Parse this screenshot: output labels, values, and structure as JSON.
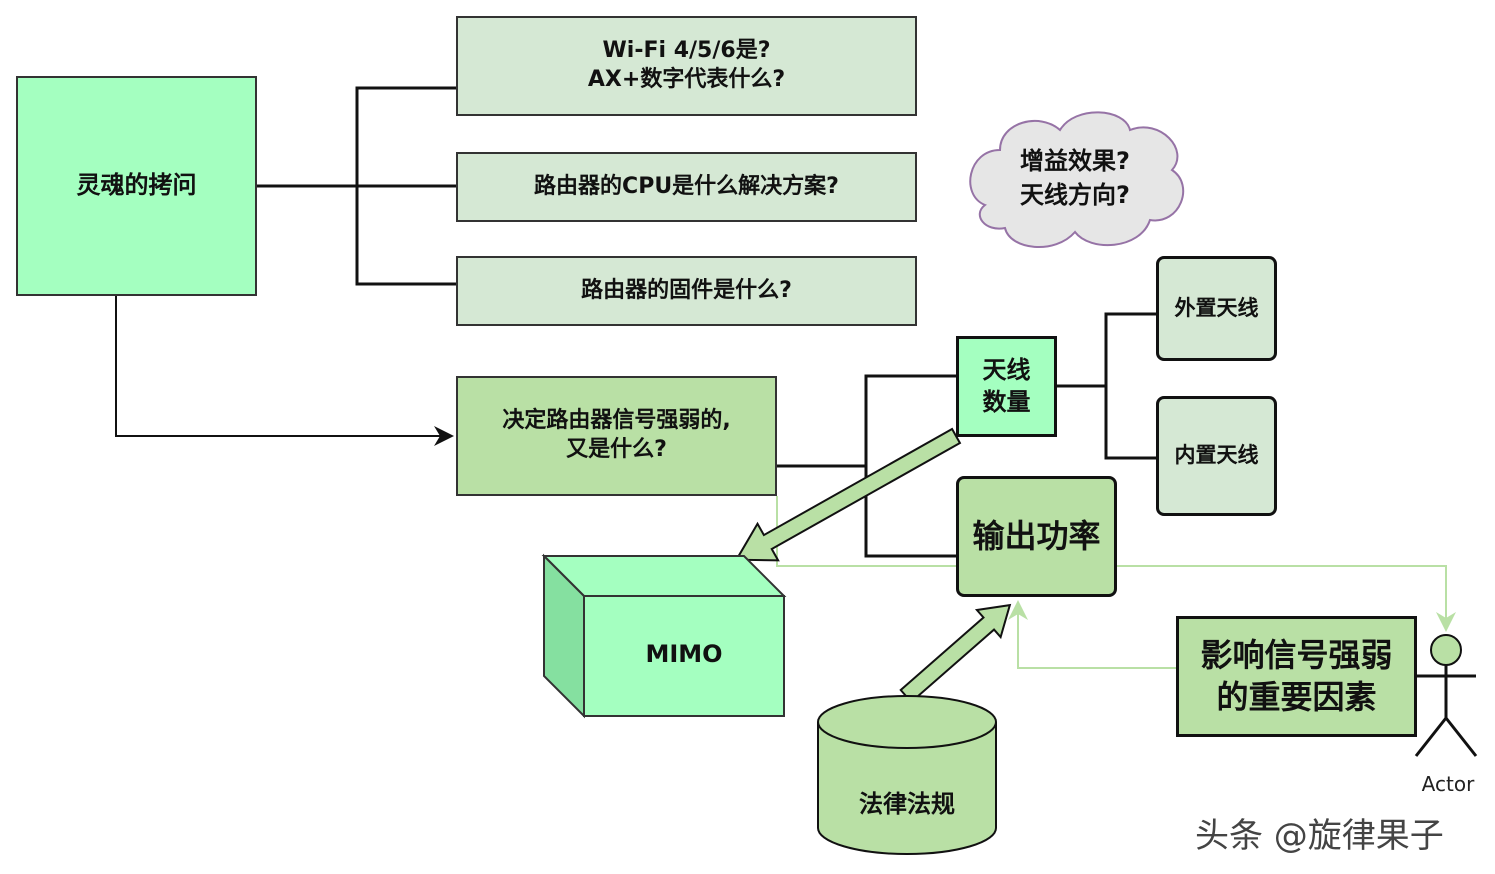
{
  "nodes": {
    "root": "灵魂的拷问",
    "q1": "Wi-Fi 4/5/6是?\nAX+数字代表什么?",
    "q2": "路由器的CPU是什么解决方案?",
    "q3": "路由器的固件是什么?",
    "decide": "决定路由器信号强弱的,\n又是什么?",
    "antenna_count": "天线\n数量",
    "external_antenna": "外置天线",
    "internal_antenna": "内置天线",
    "output_power": "输出功率",
    "mimo": "MIMO",
    "law": "法律法规",
    "cloud": "增益效果?\n天线方向?",
    "factors": "影响信号强弱\n的重要因素",
    "actor": "Actor"
  },
  "watermark": "头条 @旋律果子",
  "colors": {
    "root_fill": "#a4ffc0",
    "question_fill": "#d5e8d4",
    "decide_fill": "#b9e0a5",
    "antenna_fill": "#a4ffc0",
    "mimo_front": "#a4ffc0",
    "mimo_side": "#85e0a0",
    "cloud_fill": "#e6e6e6",
    "cloud_stroke": "#9673a6",
    "connector_light": "#b9e0a5"
  }
}
